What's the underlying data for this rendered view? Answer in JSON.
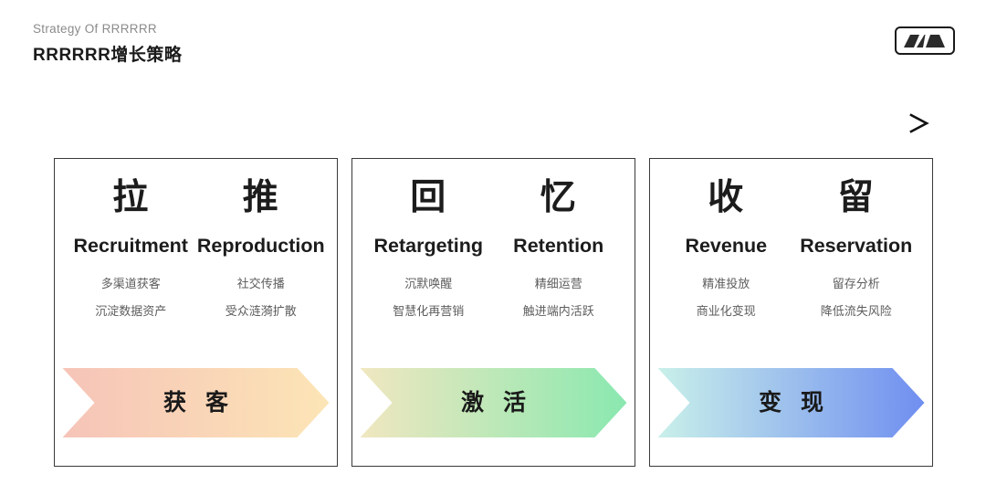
{
  "header": {
    "eyebrow": "Strategy Of RRRRRR",
    "title": "RRRRRR增长策略",
    "logo_icon": "mountain-mark-logo"
  },
  "arrow": {
    "icon": "right-arrow-timeline",
    "color": "#1a1a1a",
    "direction": "left-to-right"
  },
  "cards": [
    {
      "id": "card-acquisition",
      "columns": [
        {
          "glyph": "拉",
          "english": "Recruitment",
          "points": [
            "多渠道获客",
            "沉淀数据资产"
          ]
        },
        {
          "glyph": "推",
          "english": "Reproduction",
          "points": [
            "社交传播",
            "受众涟漪扩散"
          ]
        }
      ],
      "banner": {
        "label": "获 客",
        "gradient_from": "#f6c4b8",
        "gradient_to": "#fce5b6"
      }
    },
    {
      "id": "card-activation",
      "columns": [
        {
          "glyph": "回",
          "english": "Retargeting",
          "points": [
            "沉默唤醒",
            "智慧化再营销"
          ]
        },
        {
          "glyph": "忆",
          "english": "Retention",
          "points": [
            "精细运营",
            "触进端内活跃"
          ]
        }
      ],
      "banner": {
        "label": "激 活",
        "gradient_from": "#f0e7c0",
        "gradient_to": "#8ae8b0"
      }
    },
    {
      "id": "card-monetization",
      "columns": [
        {
          "glyph": "收",
          "english": "Revenue",
          "points": [
            "精准投放",
            "商业化变现"
          ]
        },
        {
          "glyph": "留",
          "english": "Reservation",
          "points": [
            "留存分析",
            "降低流失风险"
          ]
        }
      ],
      "banner": {
        "label": "变 现",
        "gradient_from": "#c9f0ea",
        "gradient_to": "#6f8ef0"
      }
    }
  ],
  "colors": {
    "background": "#ffffff",
    "card_border": "#3a3a3a",
    "text_primary": "#1c1c1c",
    "text_muted": "#5d5d5d",
    "eyebrow": "#8b8b8b"
  }
}
